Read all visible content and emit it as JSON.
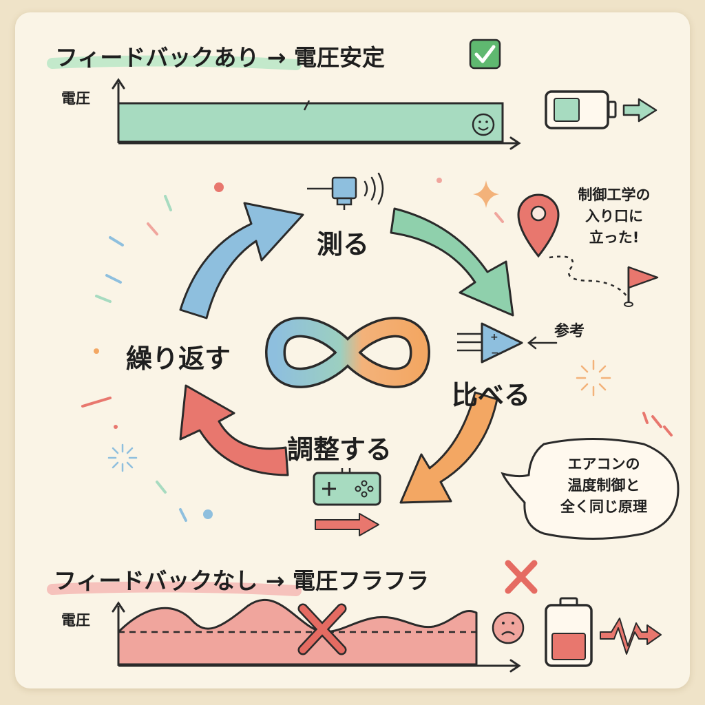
{
  "top": {
    "title": "フィードバックあり → 電圧安定",
    "status_icon": "check-icon",
    "axis_label": "電圧",
    "colors": {
      "fill": "#a7dbc0",
      "highlight": "#b8e6c6",
      "check": "#5fb870"
    }
  },
  "loop": {
    "measure": "測る",
    "compare": "比べる",
    "adjust": "調整する",
    "repeat": "繰り返す",
    "reference": "参考",
    "colors": {
      "measure": "#8fd0ac",
      "compare": "#f3a763",
      "adjust": "#e8776e",
      "repeat": "#8ebfde"
    }
  },
  "side_note": {
    "line1": "制御工学の",
    "line2": "入り口に",
    "line3": "立った!"
  },
  "speech": {
    "line1": "エアコンの",
    "line2": "温度制御と",
    "line3": "全く同じ原理"
  },
  "bottom": {
    "title": "フィードバックなし → 電圧フラフラ",
    "status_icon": "cross-icon",
    "axis_label": "電圧",
    "colors": {
      "fill": "#f0a59d",
      "highlight": "#f4b8b4",
      "cross": "#e56b62"
    }
  }
}
